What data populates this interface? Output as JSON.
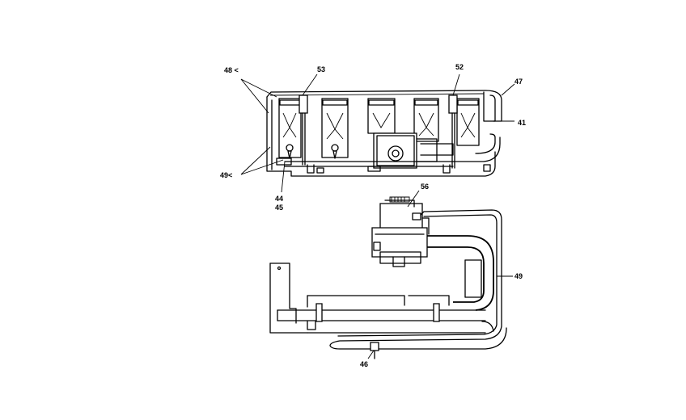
{
  "callouts": {
    "c48_upper": "48",
    "c53": "53",
    "c52": "52",
    "c47": "47",
    "c41": "41",
    "c49_left": "49",
    "c44": "44",
    "c45": "45",
    "c56": "56",
    "c49_right": "49",
    "c46": "46"
  }
}
